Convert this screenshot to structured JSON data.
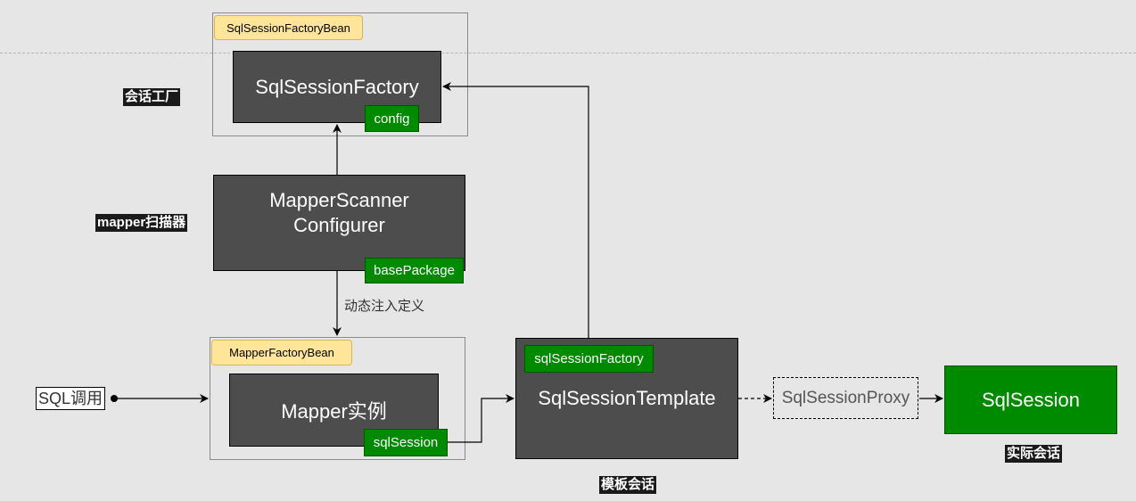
{
  "diagram": {
    "labels": {
      "session_factory_cn": "会话工厂",
      "mapper_scanner_cn": "mapper扫描器",
      "dynamic_inject": "动态注入定义",
      "template_session": "模板会话",
      "actual_session": "实际会话",
      "sql_call": "SQL调用"
    },
    "factory_bean_group": {
      "tag": "SqlSessionFactoryBean",
      "box_title": "SqlSessionFactory",
      "sub_tag": "config"
    },
    "scanner": {
      "title_line1": "MapperScanner",
      "title_line2": "Configurer",
      "sub_tag": "basePackage"
    },
    "mapper_factory_group": {
      "tag": "MapperFactoryBean",
      "box_title": "Mapper实例",
      "sub_tag": "sqlSession"
    },
    "template": {
      "tag": "sqlSessionFactory",
      "title": "SqlSessionTemplate"
    },
    "proxy": {
      "title": "SqlSessionProxy"
    },
    "session": {
      "title": "SqlSession"
    },
    "colors": {
      "background": "#e6e6e6",
      "dark_box": "#4d4d4d",
      "green": "#008a00",
      "yellow_tag": "#ffe599"
    }
  }
}
